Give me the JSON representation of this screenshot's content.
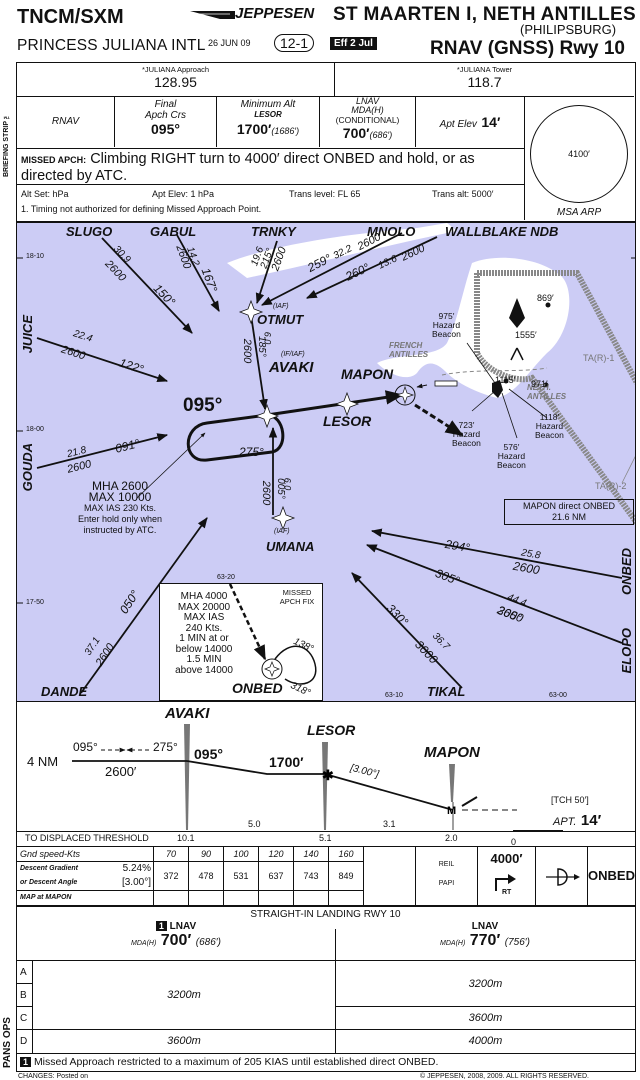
{
  "header": {
    "airport_code": "TNCM/SXM",
    "airport_name": "PRINCESS JULIANA INTL",
    "brand": "JEPPESEN",
    "location": "ST MAARTEN I, NETH ANTILLES",
    "city": "(PHILIPSBURG)",
    "date": "26 JUN 09",
    "chart_index": "12-1",
    "effective": "Eff 2 Jul",
    "procedure": "RNAV (GNSS) Rwy 10"
  },
  "side_labels": {
    "briefing_strip": "BRIEFING STRIP ™",
    "pans_ops": "PANS OPS"
  },
  "briefing": {
    "freq1_label": "*JULIANA Approach",
    "freq1_value": "128.95",
    "freq2_label": "*JULIANA Tower",
    "freq2_value": "118.7",
    "rnav": "RNAV",
    "final_crs_label1": "Final",
    "final_crs_label2": "Apch Crs",
    "final_crs_value": "095°",
    "min_alt_label": "Minimum Alt",
    "min_alt_fix": "LESOR",
    "min_alt_value": "1700′",
    "min_alt_height": "(1686′)",
    "lnav_label1": "LNAV",
    "lnav_label2": "MDA(H)",
    "lnav_label3": "(CONDITIONAL)",
    "lnav_value": "700′",
    "lnav_height": "(686′)",
    "apt_elev_label": "Apt Elev",
    "apt_elev_value": "14′",
    "missed_label": "MISSED APCH:",
    "missed_text": "Climbing RIGHT turn to 4000′ direct ONBED and hold, or as directed by ATC.",
    "alt_set": "Alt Set: hPa",
    "apt_elev_hpa": "Apt Elev: 1 hPa",
    "trans_level": "Trans level: FL 65",
    "trans_alt": "Trans alt: 5000′",
    "note": "1. Timing not authorized for defining Missed Approach Point.",
    "msa_value": "4100′",
    "msa_label": "MSA ARP"
  },
  "plan": {
    "lat_labels": [
      "18-10",
      "18-00",
      "17-50"
    ],
    "lon_labels": [
      "63-20",
      "63-10",
      "63-00"
    ],
    "fixes": {
      "slugo": "SLUGO",
      "gabul": "GABUL",
      "trnky": "TRNKY",
      "mnolo": "MNOLO",
      "wallblake": "WALLBLAKE NDB",
      "juice": "JUICE",
      "gouda": "GOUDA",
      "otmut": "OTMUT",
      "otmut_role": "(IAF)",
      "avaki": "AVAKI",
      "avaki_role": "(IF/IAF)",
      "mapon": "MAPON",
      "lesor": "LESOR",
      "umana": "UMANA",
      "umana_role": "(IAF)",
      "onbed": "ONBED",
      "elopo": "ELOPO",
      "tikal": "TIKAL",
      "dande": "DANDE"
    },
    "routes": {
      "slugo_dist": "30.9",
      "slugo_alt": "2600",
      "slugo_crs": "150°",
      "gabul_dist": "14.2",
      "gabul_alt": "2600",
      "gabul_crs": "167°",
      "trnky_dist": "19.6",
      "trnky_crs": "215°",
      "trnky_alt": "2600",
      "mnolo_crs": "259°",
      "mnolo_dist": "32.2",
      "mnolo_alt": "2600",
      "wallblake_crs": "260°",
      "wallblake_dist": "13.6",
      "wallblake_alt": "2600",
      "otmut_dist": "6.0",
      "otmut_crs": "185°",
      "otmut_alt": "2600",
      "juice_dist": "22.4",
      "juice_alt": "2600",
      "juice_crs": "122°",
      "gouda_dist": "21.8",
      "gouda_alt": "2600",
      "gouda_crs": "091°",
      "hold_inbound": "095°",
      "hold_outbound": "275°",
      "umana_dist": "6.0",
      "umana_crs": "005°",
      "umana_alt": "2600",
      "dande_dist": "37.1",
      "dande_alt": "2600",
      "dande_crs": "050°",
      "onbed_crs": "294°",
      "onbed_dist": "25.8",
      "onbed_alt": "2600",
      "elopo_crs": "305°",
      "elopo_dist": "44.4",
      "elopo_alt": "2600",
      "tikal_crs": "330°",
      "tikal_dist": "36.7",
      "tikal_alt": "3000"
    },
    "hold_note": [
      "MHA 2600",
      "MAX 10000",
      "MAX IAS 230 Kts.",
      "Enter hold only when",
      "instructed by ATC."
    ],
    "terrain": {
      "french": "FRENCH ANTILLES",
      "neth": "NETH. ANTILLES",
      "ta1": "TA(R)-1",
      "ta2": "TA(R)-2",
      "e869": "869′",
      "e1555": "1555′",
      "e1115": "1115′",
      "e971": "971′",
      "b975": "975′",
      "b723": "723′",
      "b576": "576′",
      "b1118": "1118′",
      "hazard": "Hazard",
      "beacon": "Beacon"
    },
    "mapon_onbed_box": [
      "MAPON direct ONBED",
      "21.6 NM"
    ],
    "inset": {
      "title": [
        "MISSED",
        "APCH FIX"
      ],
      "lines": [
        "MHA 4000",
        "MAX 20000",
        "MAX IAS",
        "240 Kts.",
        "1 MIN at or",
        "below 14000",
        "1.5 MIN",
        "above 14000"
      ],
      "fix": "ONBED",
      "crs_in": "138°",
      "crs_out": "318°"
    }
  },
  "profile": {
    "avaki": "AVAKI",
    "lesor": "LESOR",
    "mapon": "MAPON",
    "hold_nm": "4 NM",
    "hold_crs_out": "095°",
    "hold_crs_in": "275°",
    "hold_alt": "2600′",
    "final_crs": "095°",
    "lesor_alt": "1700′",
    "glide": "[3.00°]",
    "tch": "[TCH 50′]",
    "apt_label": "APT.",
    "apt_elev": "14′",
    "seg1": "5.0",
    "seg2": "3.1",
    "thr_label": "TO DISPLACED THRESHOLD",
    "thr_avaki": "10.1",
    "thr_lesor": "5.1",
    "thr_mapon": "2.0",
    "thr_zero": "0"
  },
  "gs_table": {
    "header_label": "Gnd speed-Kts",
    "speeds": [
      "70",
      "90",
      "100",
      "120",
      "140",
      "160"
    ],
    "descent_label1": "Descent Gradient",
    "descent_grad": "5.24%",
    "descent_label2": "or Descent Angle",
    "descent_angle": "[3.00°]",
    "rates": [
      "372",
      "478",
      "531",
      "637",
      "743",
      "849"
    ],
    "map_label": "MAP at MAPON",
    "lights": [
      "REIL",
      "PAPI"
    ],
    "ma_alt": "4000′",
    "ma_turn": "RT",
    "ma_fix": "ONBED"
  },
  "minimums": {
    "title": "STRAIGHT-IN LANDING RWY 10",
    "col1_badge": "1",
    "col1_title": "LNAV",
    "col1_mda_label": "MDA(H)",
    "col1_mda": "700′",
    "col1_hat": "(686′)",
    "col2_title": "LNAV",
    "col2_mda_label": "MDA(H)",
    "col2_mda": "770′",
    "col2_hat": "(756′)",
    "categories": [
      "A",
      "B",
      "C",
      "D"
    ],
    "col1_abc": "3200m",
    "col1_d": "3600m",
    "col2_ab": "3200m",
    "col2_c": "3600m",
    "col2_d": "4000m",
    "footnote_badge": "1",
    "footnote": "Missed Approach restricted to a maximum of 205 KIAS until established direct ONBED."
  },
  "footer": {
    "changes": "CHANGES: Posted on",
    "copyright": "© JEPPESEN, 2008, 2009. ALL RIGHTS RESERVED."
  },
  "colors": {
    "map_bg": "#ccccf5",
    "land": "#ffffff",
    "restricted": "#888888",
    "ink": "#111111"
  }
}
